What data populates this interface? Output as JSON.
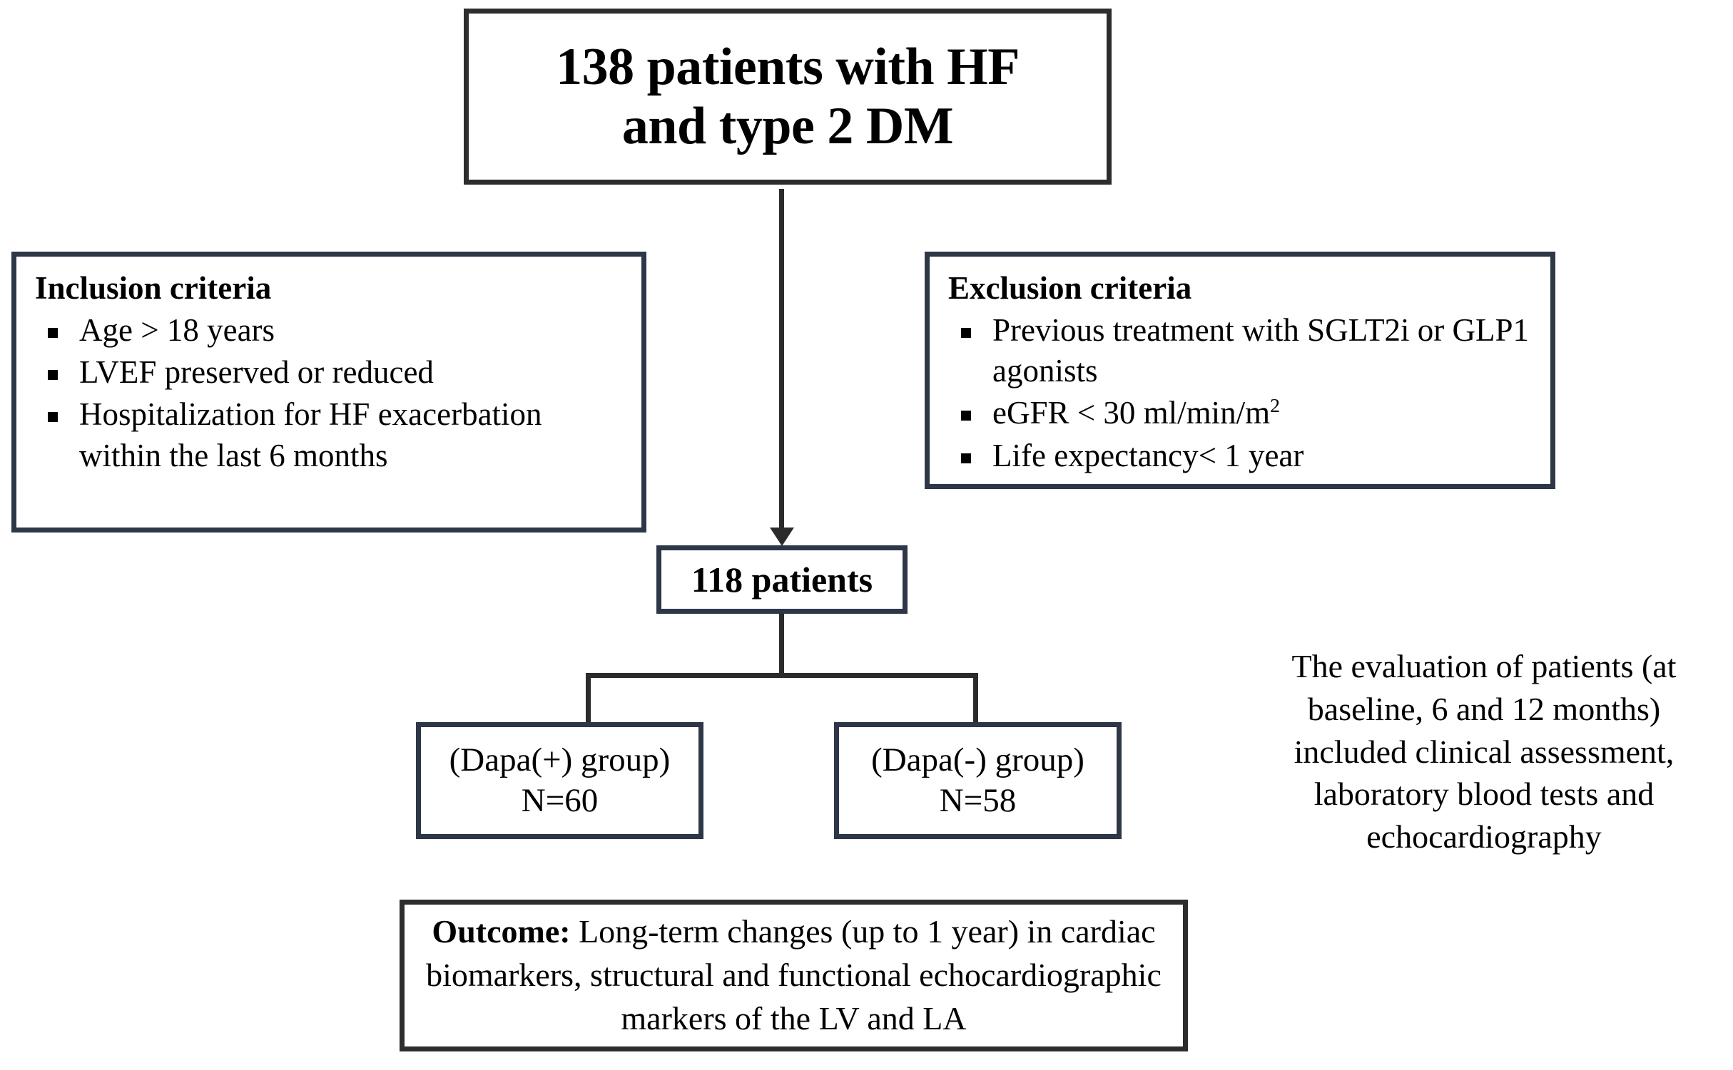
{
  "diagram": {
    "title_box": {
      "line1": "138 patients with HF",
      "line2": "and type 2 DM"
    },
    "inclusion": {
      "heading": "Inclusion criteria",
      "items": [
        "Age > 18 years",
        "LVEF  preserved or reduced",
        "Hospitalization for HF exacerbation within the last 6 months"
      ]
    },
    "exclusion": {
      "heading": "Exclusion criteria",
      "items_pre": [
        "Previous treatment with SGLT2i or GLP1 agonists"
      ],
      "item_egfr_pre": " eGFR < 30 ml/min/m",
      "item_egfr_sup": "2",
      "item_life": " Life expectancy< 1 year"
    },
    "patients_box": {
      "label": "118 patients"
    },
    "groups": [
      {
        "name": "(Dapa(+) group)",
        "count": "N=60"
      },
      {
        "name": "(Dapa(-) group)",
        "count": "N=58"
      }
    ],
    "evaluation_note": "The evaluation of patients (at baseline, 6 and 12 months) included clinical assessment, laboratory blood tests and echocardiography",
    "outcome": {
      "label": "Outcome:",
      "text": " Long-term changes (up to 1 year) in cardiac biomarkers, structural and functional echocardiographic markers of the LV and LA"
    },
    "colors": {
      "border_dark": "#2f2c2c",
      "border_navy": "#2e3748",
      "connector": "#2b2b2b",
      "background": "#ffffff",
      "text": "#000000"
    }
  }
}
